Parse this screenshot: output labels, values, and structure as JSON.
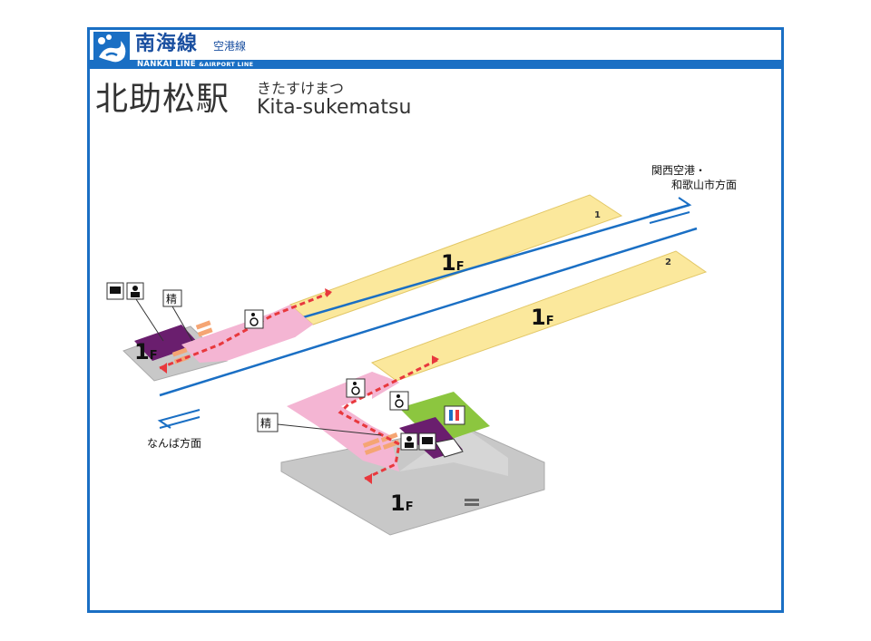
{
  "brand": {
    "name": "南海線",
    "sub": "空港線",
    "en_main": "NANKAI LINE ",
    "en_small": "&AIRPORT LINE"
  },
  "station": {
    "name": "北助松駅",
    "kana": "きたすけまつ",
    "roman": "Kita-sukematsu"
  },
  "directions": {
    "up_line1": "関西空港・",
    "up_line2": "和歌山市方面",
    "down": "なんば方面"
  },
  "platforms": {
    "p1_number": "1",
    "p2_number": "2"
  },
  "floor_labels": {
    "platform1_floor": "1",
    "platform2_floor": "1",
    "left_concourse_floor": "1",
    "right_concourse_floor": "1",
    "floor_suffix": "F"
  },
  "facilities": {
    "fare_adjust_label": "精",
    "accessible_icon": "wheelchair-icon",
    "ticket_machine_icon": "ticket-machine-icon",
    "ticket_office_icon": "ticket-office-icon",
    "restroom_icon": "restroom-icon"
  },
  "colors": {
    "brand_blue": "#1a6fc4",
    "platform_yellow": "#fbe89c",
    "concourse_pink": "#f4b5d3",
    "gray_floor": "#c8c8c8",
    "office_purple": "#6a1e6e",
    "restroom_green": "#8cc63f",
    "route_red": "#e8383d",
    "gate_orange": "#f5a573"
  }
}
